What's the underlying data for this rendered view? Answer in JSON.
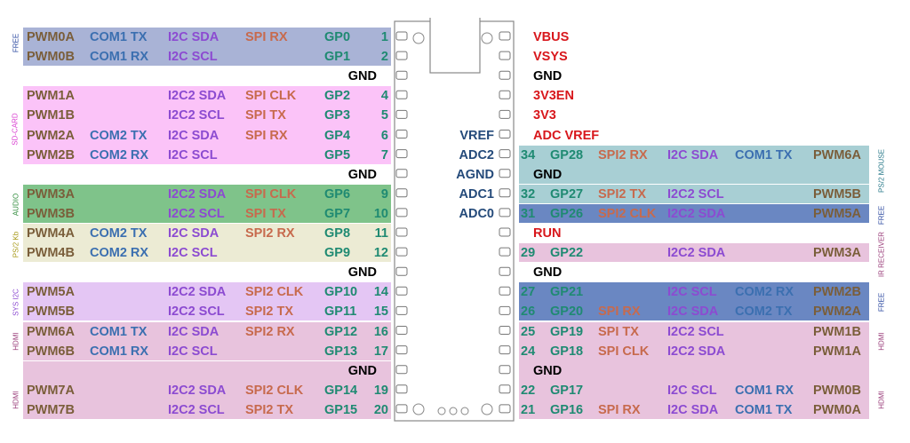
{
  "colors": {
    "free_left": "#a9b3d6",
    "sdcard": "#fbc3f8",
    "audio": "#7fc38a",
    "ps2kb": "#ecebd4",
    "sysi2c": "#e4c6f4",
    "hdmi": "#e8c3dd",
    "ps2mouse": "#a8cfd4",
    "free_right": "#6a87c2",
    "ir": "#e8c3dd",
    "free_right2": "#6a87c2"
  },
  "left_rows": [
    {
      "pwm": "PWM0A",
      "com": "COM1 TX",
      "i2c": "I2C SDA",
      "spi": "SPI RX",
      "gp": "GP0",
      "num": "1"
    },
    {
      "pwm": "PWM0B",
      "com": "COM1 RX",
      "i2c": "I2C SCL",
      "spi": "",
      "gp": "GP1",
      "num": "2"
    },
    {
      "gnd": "GND"
    },
    {
      "pwm": "PWM1A",
      "com": "",
      "i2c": "I2C2 SDA",
      "spi": "SPI CLK",
      "gp": "GP2",
      "num": "4"
    },
    {
      "pwm": "PWM1B",
      "com": "",
      "i2c": "I2C2 SCL",
      "spi": "SPI TX",
      "gp": "GP3",
      "num": "5"
    },
    {
      "pwm": "PWM2A",
      "com": "COM2 TX",
      "i2c": "I2C SDA",
      "spi": "SPI RX",
      "gp": "GP4",
      "num": "6"
    },
    {
      "pwm": "PWM2B",
      "com": "COM2 RX",
      "i2c": "I2C SCL",
      "spi": "",
      "gp": "GP5",
      "num": "7"
    },
    {
      "gnd": "GND"
    },
    {
      "pwm": "PWM3A",
      "com": "",
      "i2c": "I2C2 SDA",
      "spi": "SPI CLK",
      "gp": "GP6",
      "num": "9"
    },
    {
      "pwm": "PWM3B",
      "com": "",
      "i2c": "I2C2 SCL",
      "spi": "SPI TX",
      "gp": "GP7",
      "num": "10"
    },
    {
      "pwm": "PWM4A",
      "com": "COM2 TX",
      "i2c": "I2C SDA",
      "spi": "SPI2 RX",
      "gp": "GP8",
      "num": "11"
    },
    {
      "pwm": "PWM4B",
      "com": "COM2 RX",
      "i2c": "I2C SCL",
      "spi": "",
      "gp": "GP9",
      "num": "12"
    },
    {
      "gnd": "GND"
    },
    {
      "pwm": "PWM5A",
      "com": "",
      "i2c": "I2C2 SDA",
      "spi": "SPI2 CLK",
      "gp": "GP10",
      "num": "14"
    },
    {
      "pwm": "PWM5B",
      "com": "",
      "i2c": "I2C2 SCL",
      "spi": "SPI2 TX",
      "gp": "GP11",
      "num": "15"
    },
    {
      "pwm": "PWM6A",
      "com": "COM1 TX",
      "i2c": "I2C SDA",
      "spi": "SPI2 RX",
      "gp": "GP12",
      "num": "16"
    },
    {
      "pwm": "PWM6B",
      "com": "COM1 RX",
      "i2c": "I2C SCL",
      "spi": "",
      "gp": "GP13",
      "num": "17"
    },
    {
      "gnd": "GND"
    },
    {
      "pwm": "PWM7A",
      "com": "",
      "i2c": "I2C2 SDA",
      "spi": "SPI2 CLK",
      "gp": "GP14",
      "num": "19"
    },
    {
      "pwm": "PWM7B",
      "com": "",
      "i2c": "I2C2 SCL",
      "spi": "SPI2 TX",
      "gp": "GP15",
      "num": "20"
    }
  ],
  "right_rows": [
    {
      "pwr": "VBUS"
    },
    {
      "pwr": "VSYS"
    },
    {
      "gnd": "GND"
    },
    {
      "pwr": "3V3EN"
    },
    {
      "pwr": "3V3"
    },
    {
      "adc_left": "VREF",
      "pwr": "ADC VREF"
    },
    {
      "adc_left": "ADC2",
      "num": "34",
      "gp": "GP28",
      "spi": "SPI2 RX",
      "i2c": "I2C SDA",
      "com": "COM1 TX",
      "pwm": "PWM6A"
    },
    {
      "adc_left": "AGND",
      "gnd": "GND"
    },
    {
      "adc_left": "ADC1",
      "num": "32",
      "gp": "GP27",
      "spi": "SPI2 TX",
      "i2c": "I2C2 SCL",
      "com": "",
      "pwm": "PWM5B"
    },
    {
      "adc_left": "ADC0",
      "num": "31",
      "gp": "GP26",
      "spi": "SPI2 CLK",
      "i2c": "I2C2 SDA",
      "com": "",
      "pwm": "PWM5A"
    },
    {
      "pwr": "RUN"
    },
    {
      "num": "29",
      "gp": "GP22",
      "spi": "",
      "i2c": "I2C2 SDA",
      "com": "",
      "pwm": "PWM3A"
    },
    {
      "gnd": "GND"
    },
    {
      "num": "27",
      "gp": "GP21",
      "spi": "",
      "i2c": "I2C SCL",
      "com": "COM2 RX",
      "pwm": "PWM2B"
    },
    {
      "num": "26",
      "gp": "GP20",
      "spi": "SPI RX",
      "i2c": "I2C SDA",
      "com": "COM2 TX",
      "pwm": "PWM2A"
    },
    {
      "num": "25",
      "gp": "GP19",
      "spi": "SPI TX",
      "i2c": "I2C2 SCL",
      "com": "",
      "pwm": "PWM1B"
    },
    {
      "num": "24",
      "gp": "GP18",
      "spi": "SPI CLK",
      "i2c": "I2C2 SDA",
      "com": "",
      "pwm": "PWM1A"
    },
    {
      "gnd": "GND"
    },
    {
      "num": "22",
      "gp": "GP17",
      "spi": "",
      "i2c": "I2C SCL",
      "com": "COM1 RX",
      "pwm": "PWM0B"
    },
    {
      "num": "21",
      "gp": "GP16",
      "spi": "SPI RX",
      "i2c": "I2C SDA",
      "com": "COM1 TX",
      "pwm": "PWM0A"
    }
  ],
  "side_labels": {
    "left": [
      "FREE",
      "SD-CARD",
      "AUDIO",
      "PS/2 Kb",
      "SYS I2C",
      "HDMI",
      "HDMI"
    ],
    "right": [
      "PS/2 MOUSE",
      "FREE",
      "IR RECEIVER",
      "FREE",
      "HDMI",
      "HDMI"
    ]
  }
}
